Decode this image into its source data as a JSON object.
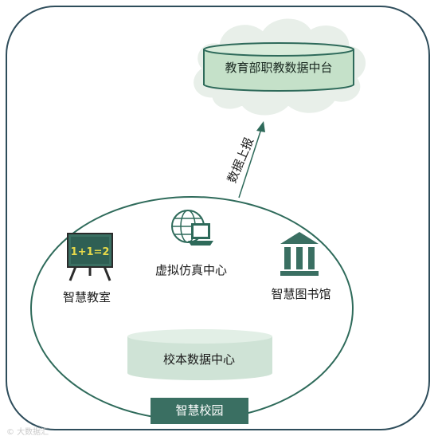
{
  "cloud": {
    "label": "教育部职教数据中台"
  },
  "arrow": {
    "label": "数据上报"
  },
  "campus": {
    "badge": "智慧校园",
    "nodes": {
      "classroom": {
        "label": "智慧教室",
        "board_text": "1+1=2"
      },
      "sim_center": {
        "label": "虚拟仿真中心"
      },
      "library": {
        "label": "智慧图书馆"
      },
      "school_data": {
        "label": "校本数据中心"
      }
    }
  },
  "watermark": {
    "text": "© 大数据汇"
  },
  "colors": {
    "frame": "#2e4d5b",
    "accent": "#3a6f62",
    "db_fill": "#cfe3d6",
    "cloud_fill": "#e8efe9"
  }
}
